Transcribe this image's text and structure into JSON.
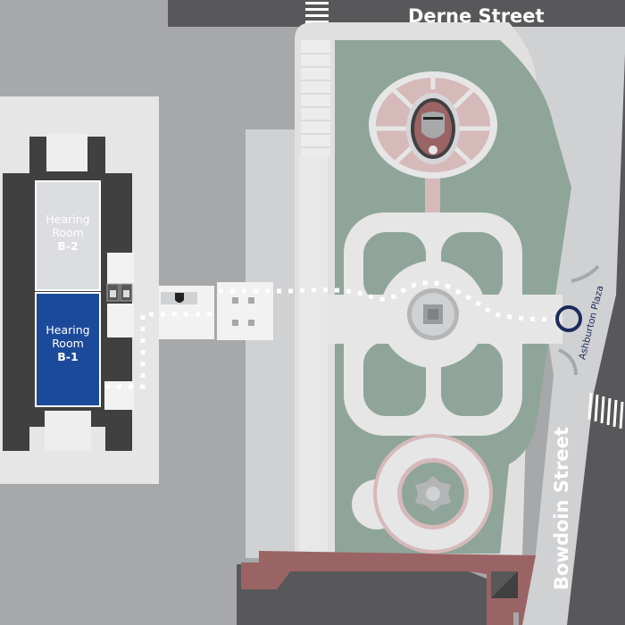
{
  "streets": {
    "derne": "Derne Street",
    "bowdoin": "Bowdoin Street"
  },
  "rooms": [
    {
      "line1": "Hearing",
      "line2": "Room",
      "code": "B-2",
      "color": "#dcdde0",
      "text_color": "#ffffff"
    },
    {
      "line1": "Hearing",
      "line2": "Room",
      "code": "B-1",
      "color": "#1c4a9a",
      "text_color": "#ffffff"
    }
  ],
  "stations": [
    {
      "label": "Ashburton Plaza",
      "icon": "transit-station-ring-icon",
      "color": "#1b2a5c"
    }
  ],
  "icons": [
    "elevator-icon",
    "security-shield-icon",
    "monument-icon",
    "fountain-icon"
  ],
  "colors": {
    "park_green": "#8fa59a",
    "path": "#e6e6e6",
    "road": "#58585a",
    "building_dark": "#404040",
    "brick": "#9a6464",
    "pink_plaza": "#d6b9b9",
    "route_dots": "#ffffff"
  }
}
